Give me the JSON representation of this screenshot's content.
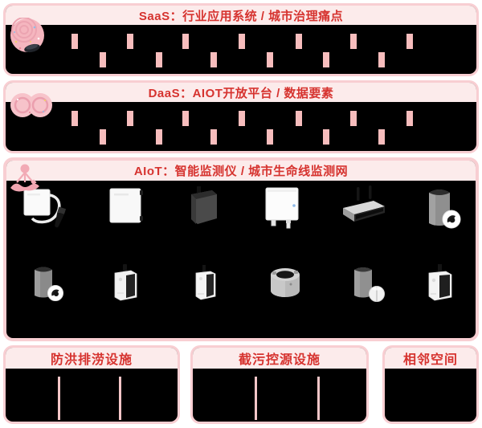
{
  "colors": {
    "accent_red": "#d6332f",
    "panel_border_pink": "#f8ced2",
    "header_pink": "#fcebeb",
    "separator_bar_pink": "#f7bdbd",
    "divider_line_pink": "#f4c6c8",
    "panel_body_black": "#000000",
    "page_background": "#ffffff"
  },
  "sections": [
    {
      "id": "saas",
      "title": "SaaS：行业应用系统 / 城市治理痛点",
      "icon": "dotted-sphere-icon"
    },
    {
      "id": "daas",
      "title": "DaaS：AIOT开放平台 / 数据要素",
      "icon": "double-ring-icon"
    },
    {
      "id": "aiot",
      "title": "AIoT：智能监测仪 / 城市生命线监测网",
      "icon": "network-nodes-icon"
    }
  ],
  "bottom_boxes": [
    {
      "title": "防洪排涝设施"
    },
    {
      "title": "截污控源设施"
    },
    {
      "title": "相邻空间"
    }
  ],
  "devices": {
    "row1": [
      "probe-sensor",
      "wall-mounted-box",
      "dark-enclosure",
      "controller-box",
      "gateway-router",
      "camera-tower"
    ],
    "row2": [
      "camera-tower-2",
      "antenna-device",
      "antenna-device-slim",
      "manhole-cylinder-sensor",
      "float-sensor-tower",
      "antenna-device-panel"
    ]
  }
}
